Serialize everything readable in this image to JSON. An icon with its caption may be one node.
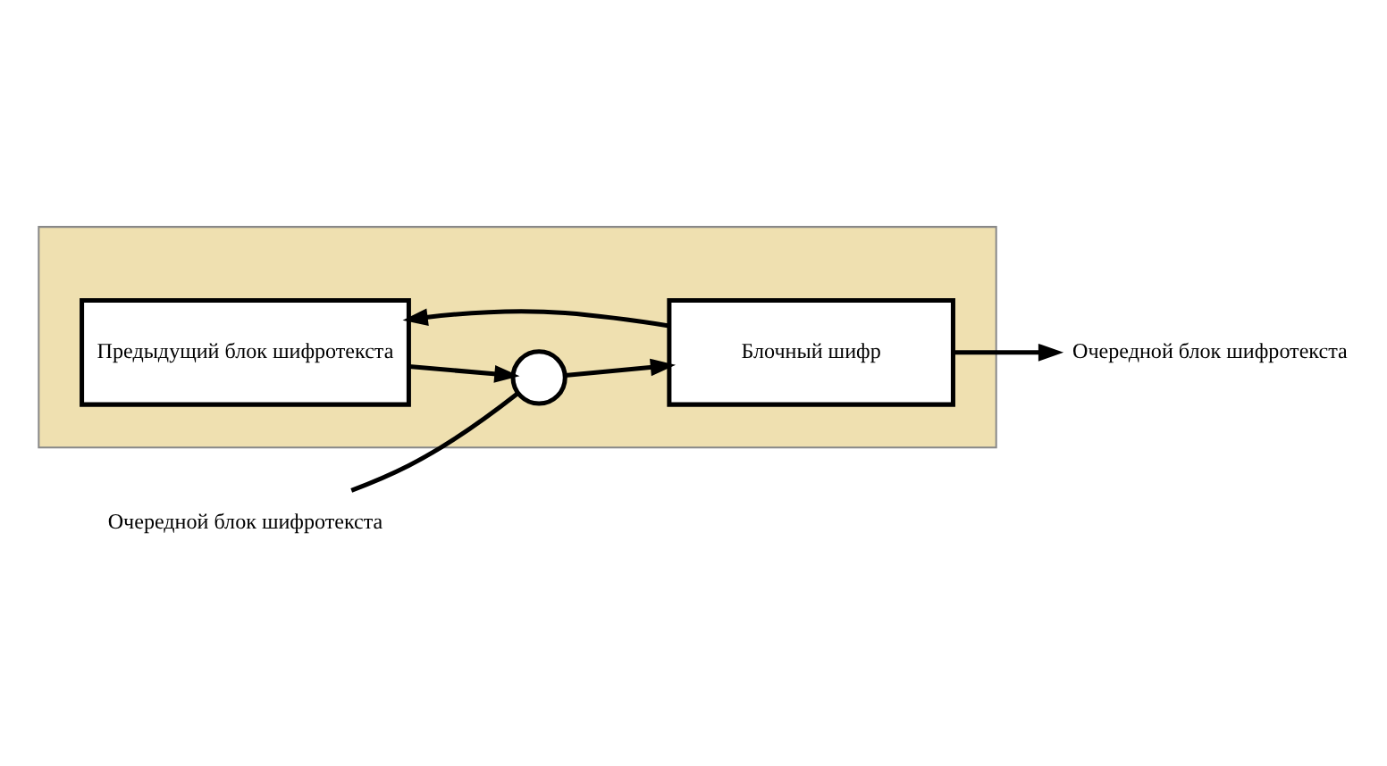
{
  "diagram": {
    "nodes": [
      {
        "text": [],
        "shape": "box"
      },
      {
        "text": [
          "Предыдущий блок шифротекста"
        ],
        "in": 0
      },
      {
        "text": [],
        "shape": "circle",
        "in": 0
      },
      {
        "text": [
          "Блочный шифр"
        ],
        "in": 0
      },
      {
        "text": [
          "Очередной блок шифротекста"
        ]
      },
      {
        "text": [
          "Очередной блок шифротекста"
        ]
      }
    ],
    "edges": [
      {
        "from": 5,
        "to": 2,
        "arrow": "none"
      },
      {
        "from": 1,
        "to": 2,
        "arrow": "to"
      },
      {
        "from": 2,
        "to": 3,
        "arrow": "to"
      },
      {
        "from": 3,
        "to": 4,
        "arrow": "to"
      },
      {
        "from": 3,
        "to": 1,
        "arrow": "to"
      }
    ]
  }
}
